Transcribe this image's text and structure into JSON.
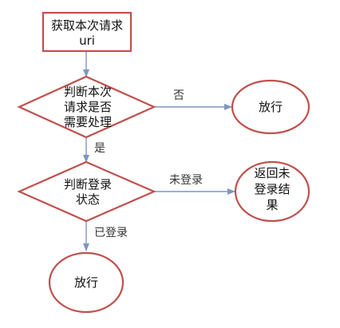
{
  "diagram": {
    "nodes": {
      "start": {
        "lines": [
          "获取本次请求",
          "uri"
        ]
      },
      "check_need": {
        "lines": [
          "判断本次",
          "请求是否",
          "需要处理"
        ]
      },
      "pass_top": {
        "lines": [
          "放行"
        ]
      },
      "check_login": {
        "lines": [
          "判断登录",
          "状态"
        ]
      },
      "return_not_logged": {
        "lines": [
          "返回未",
          "登录结",
          "果"
        ]
      },
      "pass_bottom": {
        "lines": [
          "放行"
        ]
      }
    },
    "edges": {
      "start_to_check_need": {
        "label": ""
      },
      "check_need_to_pass_top": {
        "label": "否"
      },
      "check_need_to_check_login": {
        "label": "是"
      },
      "check_login_to_return": {
        "label": "未登录"
      },
      "check_login_to_pass_bottom": {
        "label": "已登录"
      }
    },
    "colors": {
      "node_border": "#c0504d",
      "edge": "#7f95c2",
      "text": "#111111"
    }
  }
}
